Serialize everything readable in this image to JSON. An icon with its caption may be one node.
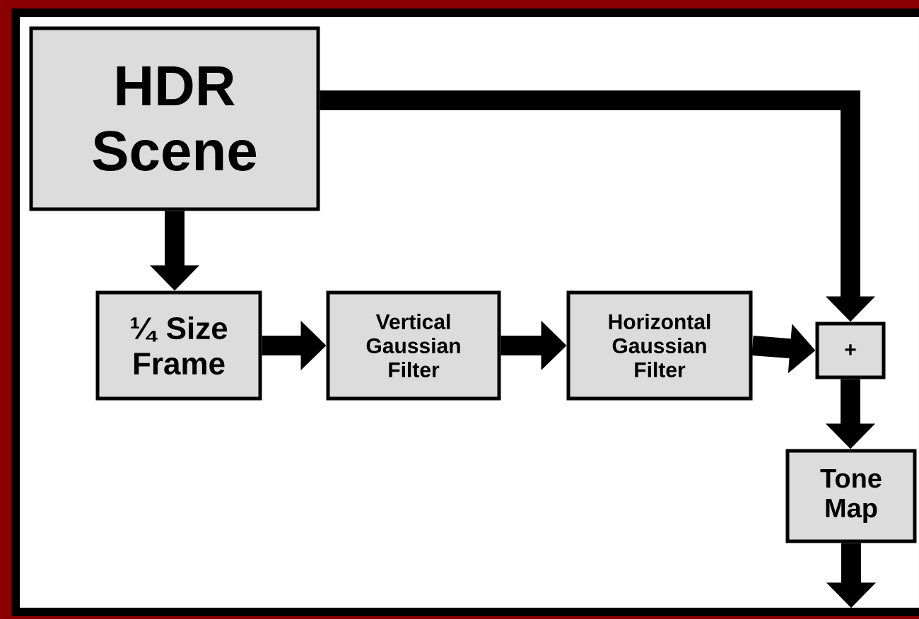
{
  "diagram": {
    "nodes": [
      {
        "text": [
          "HDR Scene"
        ]
      },
      {
        "text": [
          "¼ Size Frame"
        ]
      },
      {
        "text": [
          "Vertical Gaussian Filter"
        ]
      },
      {
        "text": [
          "Horizontal Gaussian Filter"
        ]
      },
      {
        "text": [
          "+"
        ]
      },
      {
        "text": [
          "Tone Map"
        ]
      }
    ],
    "edges": [
      {
        "from": 0,
        "to": 1,
        "arrow": "to"
      },
      {
        "from": 1,
        "to": 2,
        "arrow": "to"
      },
      {
        "from": 2,
        "to": 3,
        "arrow": "to"
      },
      {
        "from": 3,
        "to": 4,
        "arrow": "to"
      },
      {
        "from": 0,
        "to": 4,
        "arrow": "to"
      },
      {
        "from": 4,
        "to": 5,
        "arrow": "to"
      },
      {
        "from": 5,
        "to": null,
        "arrow": "to"
      }
    ]
  }
}
